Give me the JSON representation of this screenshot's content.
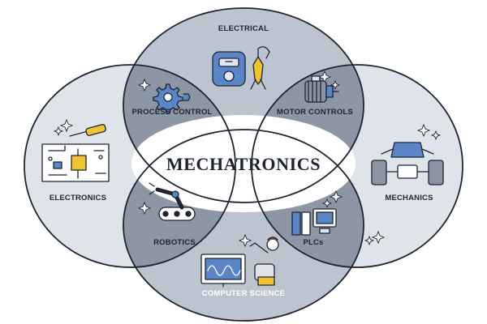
{
  "diagram": {
    "center_title": "MECHATRONICS",
    "labels": {
      "electrical": "ELECTRICAL",
      "electronics": "ELECTRONICS",
      "mechanics": "MECHANICS",
      "computer_science": "COMPUTER SCIENCE",
      "process_control": "PROCESS CONTROL",
      "motor_controls": "MOTOR CONTROLS",
      "robotics": "ROBOTICS",
      "plcs": "PLCs"
    },
    "colors": {
      "outer_light": "#dfe3ea",
      "mid": "#bcc4cf",
      "dark": "#8a94a3",
      "center": "#ffffff",
      "accent_blue": "#5a86c8",
      "accent_yellow": "#f0c332",
      "outline": "#1e2430"
    },
    "icons": {
      "electrical": "meter-and-pliers-icon",
      "electronics": "circuit-board-screwdriver-icon",
      "mechanics": "car-chassis-icon",
      "computer_science": "programmer-at-monitor-icon",
      "process_control": "gear-icon",
      "motor_controls": "motor-icon",
      "robotics": "robot-arm-icon",
      "plcs": "plc-terminal-icon"
    }
  }
}
